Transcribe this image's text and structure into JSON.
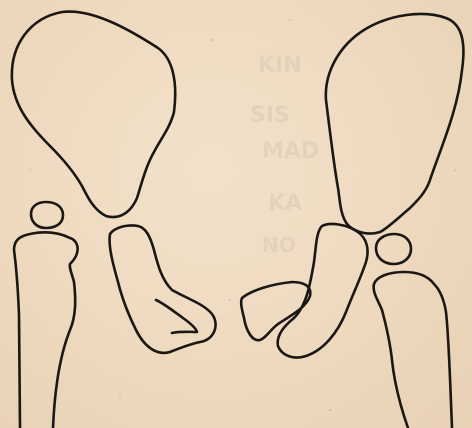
{
  "figure": {
    "subject": "outline drawing of two hip joints (pelvic bones with femoral heads and femurs), left and right",
    "colors": {
      "paper": "#efdcc3",
      "ink": "#1b1714"
    },
    "show_through_text": [
      "KIN",
      "SIS",
      "MAD",
      "KA",
      "NO"
    ]
  }
}
